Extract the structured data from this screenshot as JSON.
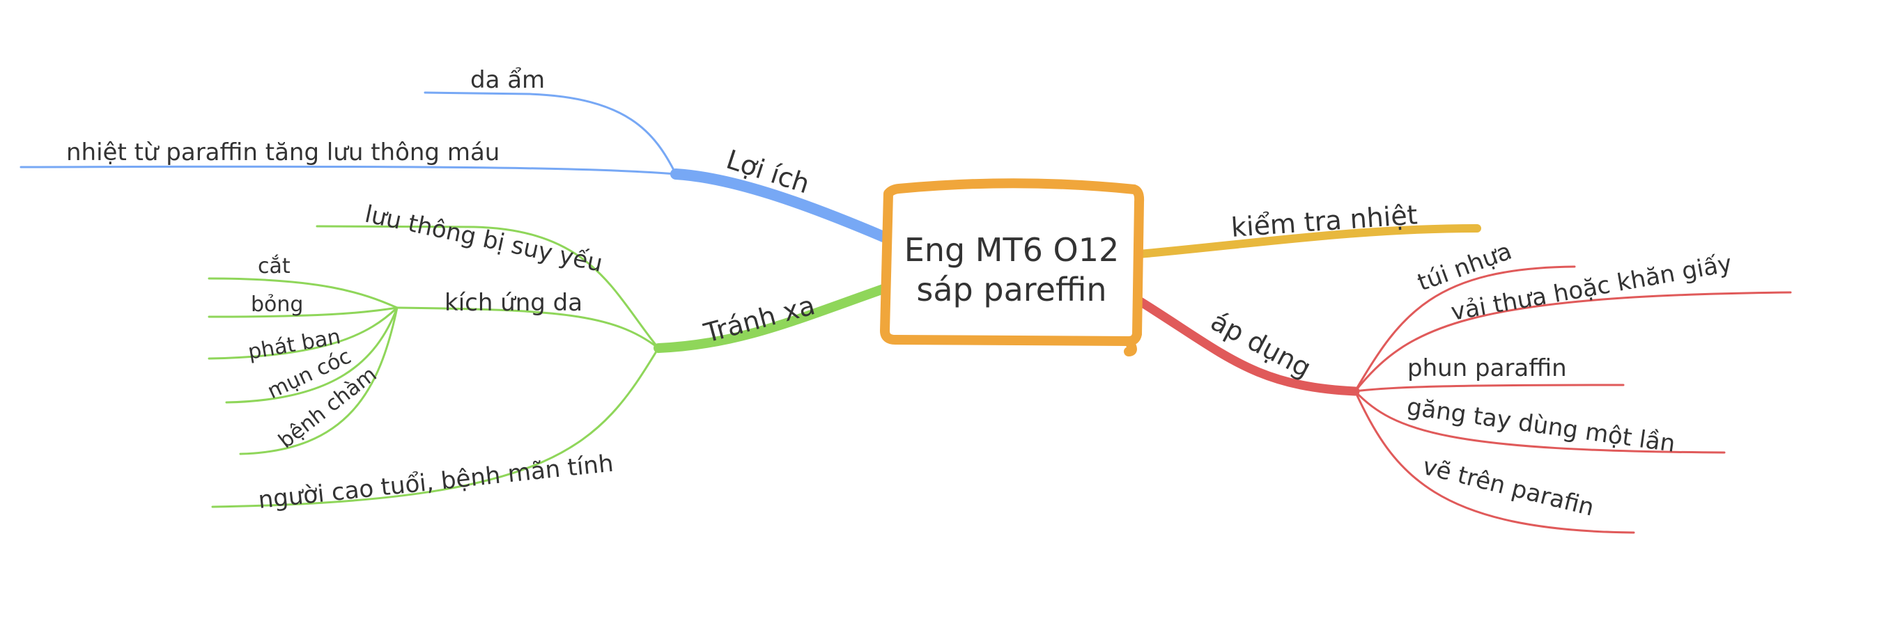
{
  "colors": {
    "blue": "#77a8f5",
    "green": "#8fd65a",
    "orange": "#f0a63b",
    "yellow": "#e8b83d",
    "red": "#e05a5a",
    "text": "#333333"
  },
  "center": {
    "line1": "Eng MT6 O12",
    "line2": "sáp pareffin"
  },
  "branches": {
    "loi_ich": {
      "label": "Lợi ích",
      "children": [
        "nhiệt từ paraffin tăng lưu thông máu",
        "da ẩm"
      ]
    },
    "tranh_xa": {
      "label": "Tránh xa",
      "children": {
        "luu_thong": "lưu thông bị suy yếu",
        "kich_ung": {
          "label": "kích ứng da",
          "children": [
            "cắt",
            "bỏng",
            "phát ban",
            "mụn cóc",
            "bệnh chàm"
          ]
        },
        "nguoi_cao_tuoi": "người cao tuổi, bệnh mãn tính"
      }
    },
    "kiem_tra": {
      "label": "kiểm tra nhiệt"
    },
    "ap_dung": {
      "label": "áp dụng",
      "children": [
        "túi nhựa",
        "vải thưa hoặc khăn giấy",
        "phun paraffin",
        "găng tay dùng một lần",
        "vẽ trên parafin"
      ]
    }
  }
}
